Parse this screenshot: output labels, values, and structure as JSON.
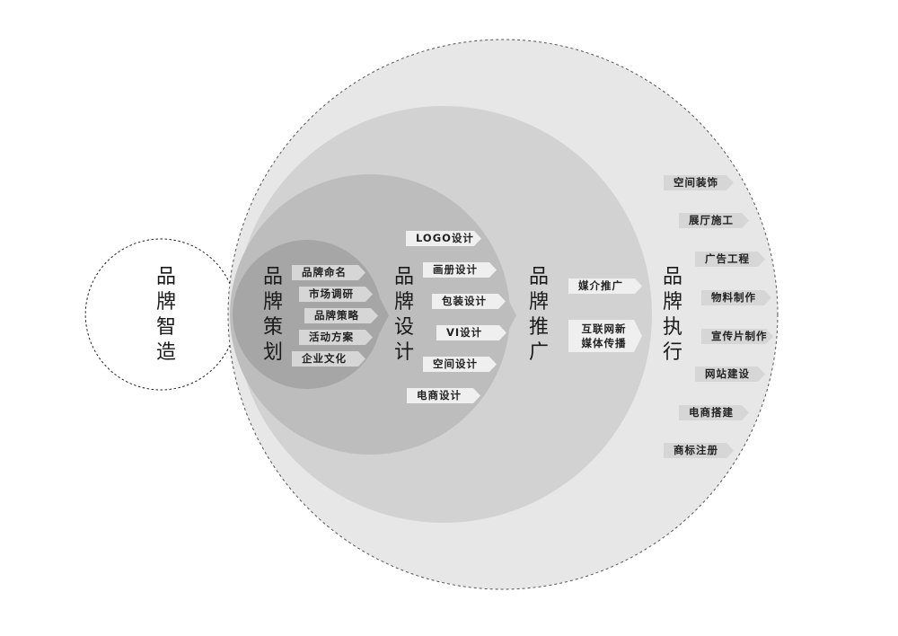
{
  "root": {
    "chars": [
      "品",
      "牌",
      "智",
      "造"
    ]
  },
  "stages": {
    "planning": {
      "chars": [
        "品",
        "牌",
        "策",
        "划"
      ],
      "items": [
        "品牌命名",
        "市场调研",
        "品牌策略",
        "活动方案",
        "企业文化"
      ]
    },
    "design": {
      "chars": [
        "品",
        "牌",
        "设",
        "计"
      ],
      "items": [
        "LOGO设计",
        "画册设计",
        "包装设计",
        "VI设计",
        "空间设计",
        "电商设计"
      ]
    },
    "promotion": {
      "chars": [
        "品",
        "牌",
        "推",
        "广"
      ],
      "items": [
        "媒介推广",
        "互联网新",
        "媒体传播"
      ]
    },
    "execution": {
      "chars": [
        "品",
        "牌",
        "执",
        "行"
      ],
      "items": [
        "空间装饰",
        "展厅施工",
        "广告工程",
        "物料制作",
        "宣传片制作",
        "网站建设",
        "电商搭建",
        "商标注册"
      ]
    }
  },
  "colors": {
    "outer": "#e7e7e7",
    "third": "#d2d2d2",
    "second": "#bdbdbd",
    "inner": "#a6a6a6",
    "tag_light": "#efefef",
    "tag_dark": "#d6d6d6",
    "dash": "#444444"
  }
}
